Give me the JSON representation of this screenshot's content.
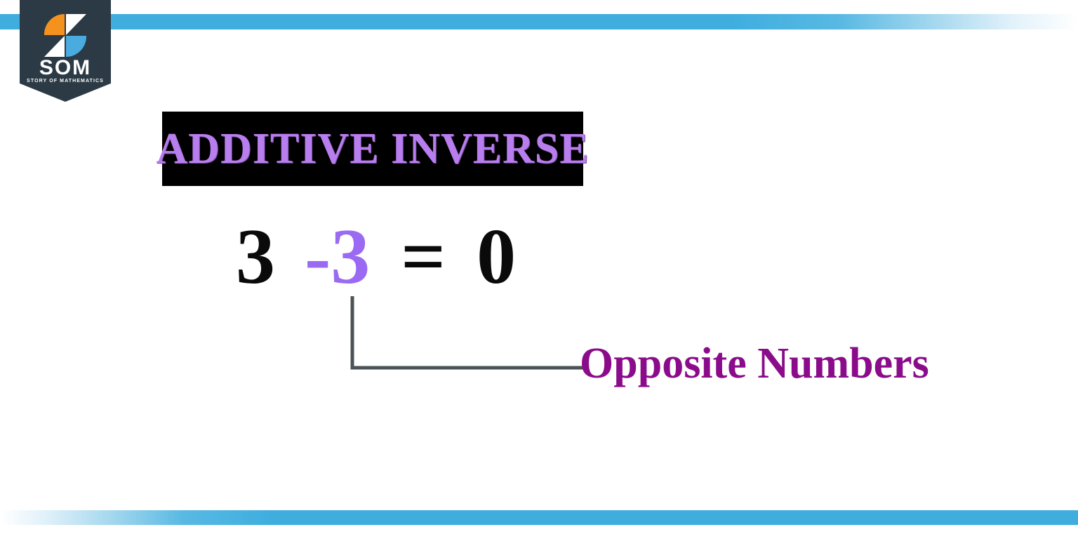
{
  "page": {
    "background_color": "#FFFFFF",
    "accent_color": "#3FAEDF"
  },
  "decor": {
    "top_rule_name": "top-accent-rule",
    "bottom_rule_name": "bottom-accent-rule"
  },
  "logo": {
    "wordmark": "SOM",
    "tagline": "STORY OF MATHEMATICS",
    "badge_color": "#2B3A45",
    "mark_orange": "#F5921E",
    "mark_blue": "#49ABDE",
    "mark_white": "#FFFFFF"
  },
  "title": {
    "text": "ADDITIVE INVERSE",
    "text_color": "#B87DEE",
    "banner_color": "#000000"
  },
  "equation": {
    "term_a": "3",
    "term_b": "-3",
    "operator": "=",
    "result": "0",
    "term_a_color": "#0A0A0A",
    "term_b_color": "#9A6BF2",
    "operator_color": "#0A0A0A",
    "result_color": "#0A0A0A"
  },
  "callout": {
    "label": "Opposite Numbers",
    "label_color": "#8B0C8B",
    "line_color": "#4C5356"
  }
}
